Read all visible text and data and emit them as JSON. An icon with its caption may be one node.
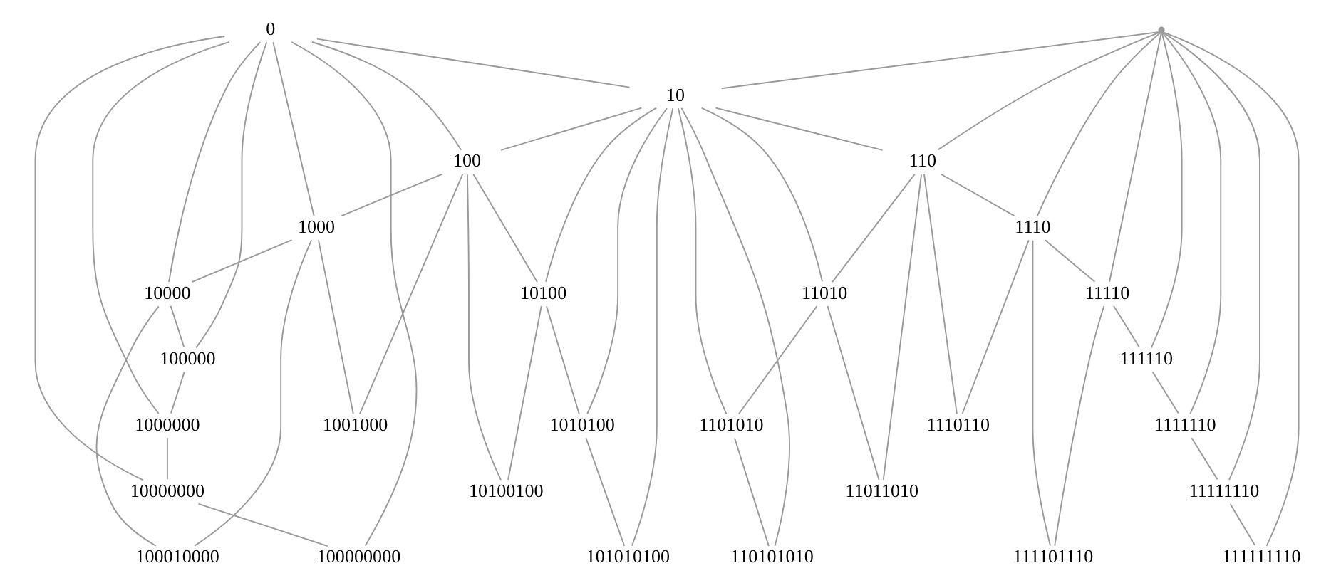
{
  "diagram": {
    "nodes": [
      {
        "text": [
          "0"
        ]
      },
      {
        "text": [],
        "shape": "point"
      },
      {
        "text": [
          "10"
        ]
      },
      {
        "text": [
          "100"
        ]
      },
      {
        "text": [
          "110"
        ]
      },
      {
        "text": [
          "1000"
        ]
      },
      {
        "text": [
          "1110"
        ]
      },
      {
        "text": [
          "10000"
        ]
      },
      {
        "text": [
          "10100"
        ]
      },
      {
        "text": [
          "11010"
        ]
      },
      {
        "text": [
          "11110"
        ]
      },
      {
        "text": [
          "100000"
        ]
      },
      {
        "text": [
          "111110"
        ]
      },
      {
        "text": [
          "1000000"
        ]
      },
      {
        "text": [
          "1001000"
        ]
      },
      {
        "text": [
          "1010100"
        ]
      },
      {
        "text": [
          "1101010"
        ]
      },
      {
        "text": [
          "1110110"
        ]
      },
      {
        "text": [
          "1111110"
        ]
      },
      {
        "text": [
          "10000000"
        ]
      },
      {
        "text": [
          "10100100"
        ]
      },
      {
        "text": [
          "11011010"
        ]
      },
      {
        "text": [
          "11111110"
        ]
      },
      {
        "text": [
          "100000000"
        ]
      },
      {
        "text": [
          "100010000"
        ]
      },
      {
        "text": [
          "101010100"
        ]
      },
      {
        "text": [
          "110101010"
        ]
      },
      {
        "text": [
          "111101110"
        ]
      },
      {
        "text": [
          "111111110"
        ]
      }
    ],
    "edges": [
      {
        "from": 0,
        "to": 2,
        "arrow": "none"
      },
      {
        "from": 1,
        "to": 2,
        "arrow": "none"
      },
      {
        "from": 0,
        "to": 3,
        "arrow": "none"
      },
      {
        "from": 2,
        "to": 3,
        "arrow": "none"
      },
      {
        "from": 2,
        "to": 4,
        "arrow": "none"
      },
      {
        "from": 1,
        "to": 4,
        "arrow": "none"
      },
      {
        "from": 0,
        "to": 5,
        "arrow": "none"
      },
      {
        "from": 3,
        "to": 5,
        "arrow": "none"
      },
      {
        "from": 1,
        "to": 6,
        "arrow": "none"
      },
      {
        "from": 4,
        "to": 6,
        "arrow": "none"
      },
      {
        "from": 0,
        "to": 7,
        "arrow": "none"
      },
      {
        "from": 5,
        "to": 7,
        "arrow": "none"
      },
      {
        "from": 3,
        "to": 8,
        "arrow": "none"
      },
      {
        "from": 2,
        "to": 8,
        "arrow": "none"
      },
      {
        "from": 2,
        "to": 9,
        "arrow": "none"
      },
      {
        "from": 4,
        "to": 9,
        "arrow": "none"
      },
      {
        "from": 6,
        "to": 10,
        "arrow": "none"
      },
      {
        "from": 1,
        "to": 10,
        "arrow": "none"
      },
      {
        "from": 0,
        "to": 11,
        "arrow": "none"
      },
      {
        "from": 7,
        "to": 11,
        "arrow": "none"
      },
      {
        "from": 10,
        "to": 12,
        "arrow": "none"
      },
      {
        "from": 1,
        "to": 12,
        "arrow": "none"
      },
      {
        "from": 0,
        "to": 13,
        "arrow": "none"
      },
      {
        "from": 11,
        "to": 13,
        "arrow": "none"
      },
      {
        "from": 5,
        "to": 14,
        "arrow": "none"
      },
      {
        "from": 3,
        "to": 14,
        "arrow": "none"
      },
      {
        "from": 8,
        "to": 15,
        "arrow": "none"
      },
      {
        "from": 2,
        "to": 15,
        "arrow": "none"
      },
      {
        "from": 9,
        "to": 16,
        "arrow": "none"
      },
      {
        "from": 2,
        "to": 16,
        "arrow": "none"
      },
      {
        "from": 4,
        "to": 17,
        "arrow": "none"
      },
      {
        "from": 6,
        "to": 17,
        "arrow": "none"
      },
      {
        "from": 12,
        "to": 18,
        "arrow": "none"
      },
      {
        "from": 1,
        "to": 18,
        "arrow": "none"
      },
      {
        "from": 0,
        "to": 19,
        "arrow": "none"
      },
      {
        "from": 13,
        "to": 19,
        "arrow": "none"
      },
      {
        "from": 8,
        "to": 20,
        "arrow": "none"
      },
      {
        "from": 3,
        "to": 20,
        "arrow": "none"
      },
      {
        "from": 9,
        "to": 21,
        "arrow": "none"
      },
      {
        "from": 4,
        "to": 21,
        "arrow": "none"
      },
      {
        "from": 18,
        "to": 22,
        "arrow": "none"
      },
      {
        "from": 1,
        "to": 22,
        "arrow": "none"
      },
      {
        "from": 0,
        "to": 23,
        "arrow": "none"
      },
      {
        "from": 19,
        "to": 23,
        "arrow": "none"
      },
      {
        "from": 7,
        "to": 24,
        "arrow": "none"
      },
      {
        "from": 5,
        "to": 24,
        "arrow": "none"
      },
      {
        "from": 15,
        "to": 25,
        "arrow": "none"
      },
      {
        "from": 2,
        "to": 25,
        "arrow": "none"
      },
      {
        "from": 2,
        "to": 26,
        "arrow": "none"
      },
      {
        "from": 16,
        "to": 26,
        "arrow": "none"
      },
      {
        "from": 6,
        "to": 27,
        "arrow": "none"
      },
      {
        "from": 10,
        "to": 27,
        "arrow": "none"
      },
      {
        "from": 22,
        "to": 28,
        "arrow": "none"
      },
      {
        "from": 1,
        "to": 28,
        "arrow": "none"
      }
    ]
  }
}
